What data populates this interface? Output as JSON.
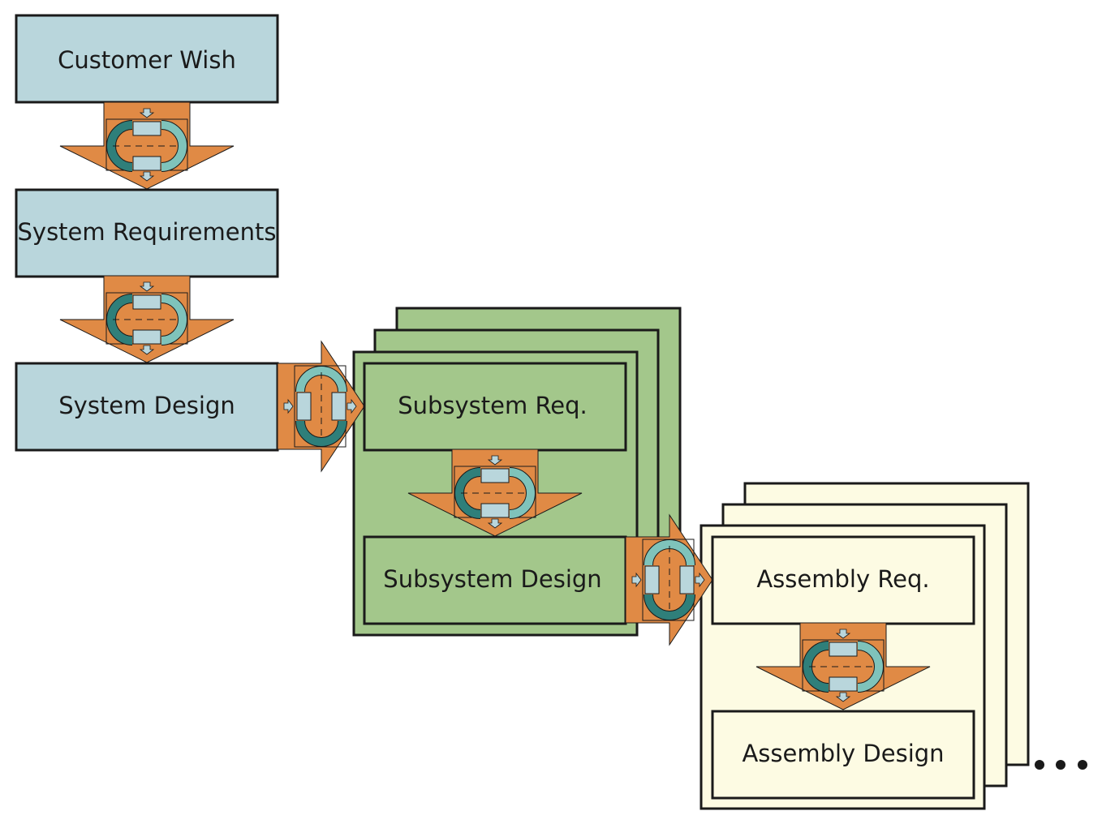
{
  "colors": {
    "system": "#b9d6dc",
    "subsystem": "#a3c78b",
    "assembly": "#fdfbe3",
    "arrow": "#e08a45",
    "loop_dark": "#2f7f7a",
    "loop_light": "#7fc3bb",
    "block": "#b9d6dc",
    "stroke": "#1a1a1a"
  },
  "system": {
    "customer_wish": "Customer Wish",
    "requirements": "System Requirements",
    "design": "System Design"
  },
  "subsystem": {
    "requirements": "Subsystem Req.",
    "design": "Subsystem Design"
  },
  "assembly": {
    "requirements": "Assembly Req.",
    "design": "Assembly Design"
  },
  "continuation": "..."
}
